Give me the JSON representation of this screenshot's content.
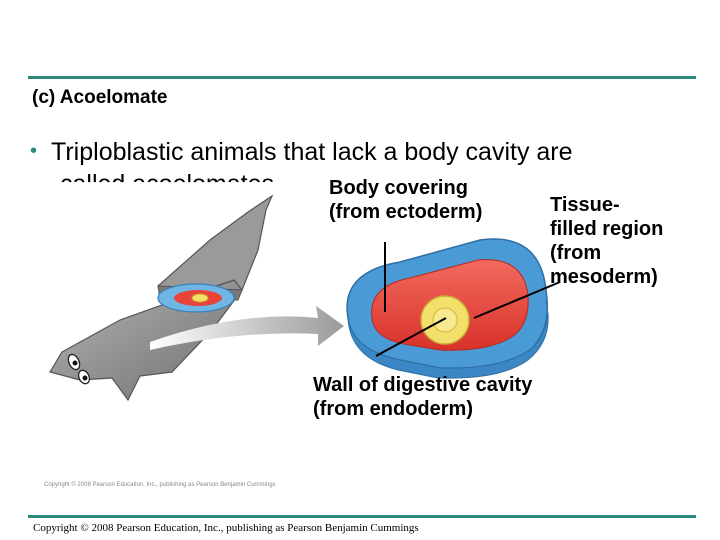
{
  "header": {
    "section_title": "(c) Acoelomate",
    "bullet_text": "Triploblastic animals that lack a body cavity are",
    "bullet_text_continued": "called acoelomates"
  },
  "diagram": {
    "labels": {
      "body_covering": "Body covering\n(from ectoderm)",
      "tissue_region": "Tissue-\nfilled region\n(from\nmesoderm)",
      "digestive_wall": "Wall of digestive cavity\n(from endoderm)"
    },
    "colors": {
      "ectoderm": "#5ba7de",
      "mesoderm": "#e8443a",
      "endoderm": "#f2e06a",
      "worm_body": "#8c8c8c",
      "accent_rule": "#2a8a7e"
    },
    "figure_copyright": "Copyright © 2008 Pearson Education, Inc., publishing as Pearson Benjamin Cummings"
  },
  "footer": {
    "copyright": "Copyright © 2008 Pearson Education, Inc., publishing as Pearson Benjamin Cummings"
  }
}
